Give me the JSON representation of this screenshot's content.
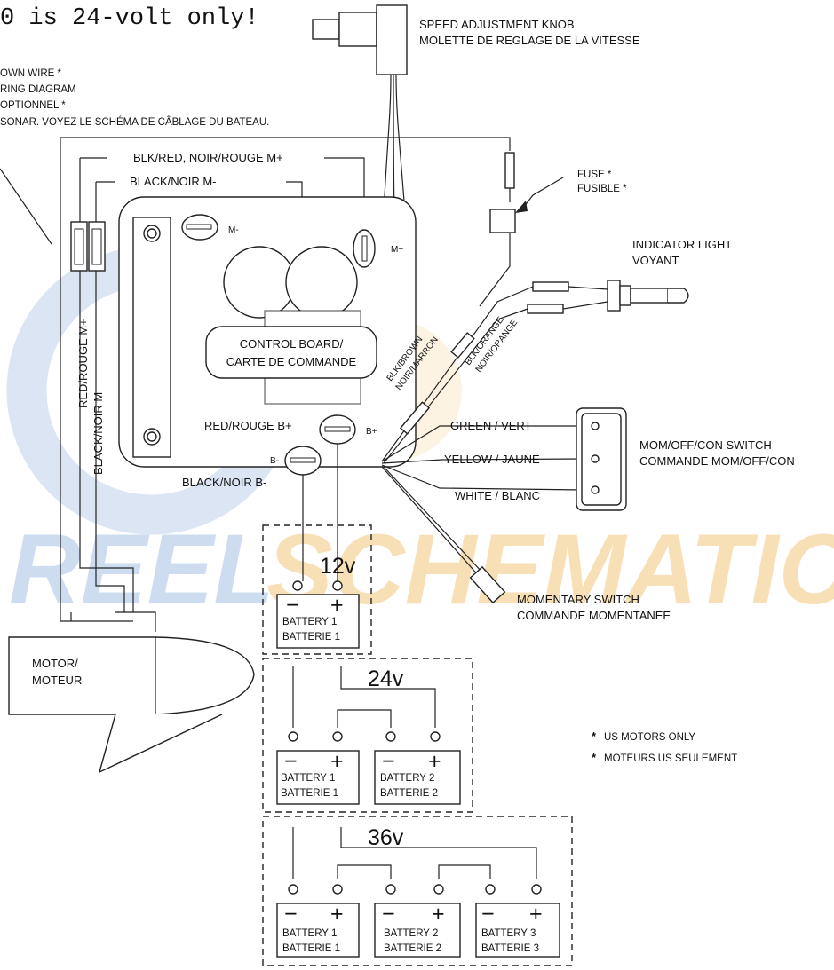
{
  "header": {
    "note": "0 is 24-volt only!"
  },
  "speed_knob": {
    "en": "SPEED ADJUSTMENT  KNOB",
    "fr": "MOLETTE DE REGLAGE DE LA VITESSE"
  },
  "sonar_note": {
    "line1": "OWN WIRE *",
    "line2": "RING DIAGRAM",
    "line3": "OPTIONNEL *",
    "line4": "SONAR. VOYEZ LE SCHÉMA DE CÂBLAGE DU BATEAU."
  },
  "wires": {
    "blk_red": "BLK/RED, NOIR/ROUGE M+",
    "black_noir_m": "BLACK/NOIR M-",
    "red_rouge_m": "RED/ROUGE M+",
    "black_noir_m_vert": "BLACK/NOIR M-",
    "red_rouge_b": "RED/ROUGE B+",
    "black_noir_b": "BLACK/NOIR B-",
    "blk_brown_1": "BLK/BROWN",
    "blk_brown_2": "NOIR/MARRON",
    "blk_orange_1": "BLK/ORANGE",
    "blk_orange_2": "NOIR/ORANGE",
    "green": "GREEN / VERT",
    "yellow": "YELLOW / JAUNE",
    "white": "WHITE / BLANC"
  },
  "terminals": {
    "m_minus": "M-",
    "m_plus": "M+",
    "b_plus": "B+",
    "b_minus": "B-"
  },
  "fuse": {
    "en": "FUSE *",
    "fr": "FUSIBLE *"
  },
  "indicator": {
    "en": "INDICATOR LIGHT",
    "fr": "VOYANT"
  },
  "control_board": {
    "en": "CONTROL BOARD/",
    "fr": "CARTE DE COMMANDE"
  },
  "switch": {
    "en": "MOM/OFF/CON SWITCH",
    "fr": "COMMANDE MOM/OFF/CON"
  },
  "momentary": {
    "en": "MOMENTARY SWITCH",
    "fr": "COMMANDE MOMENTANEE"
  },
  "motor": {
    "en": "MOTOR/",
    "fr": "MOTEUR"
  },
  "us_note": {
    "en": "US MOTORS ONLY",
    "fr": "MOTEURS US SEULEMENT",
    "star": "*"
  },
  "battery_labels": {
    "b1": "BATTERY 1",
    "b1fr": "BATTERIE 1",
    "b2": "BATTERY 2",
    "b2fr": "BATTERIE 2",
    "b3": "BATTERY 3",
    "b3fr": "BATTERIE 3"
  },
  "polarity": {
    "neg": "−",
    "pos": "+"
  },
  "voltages": {
    "v12": "12v",
    "v24": "24v",
    "v36": "36v"
  },
  "watermark": {
    "part1": "REEL",
    "part2": "SCHEMATIC"
  },
  "colors": {
    "watermark_blue": "#c9d8ef",
    "watermark_orange": "#f6dcae"
  }
}
